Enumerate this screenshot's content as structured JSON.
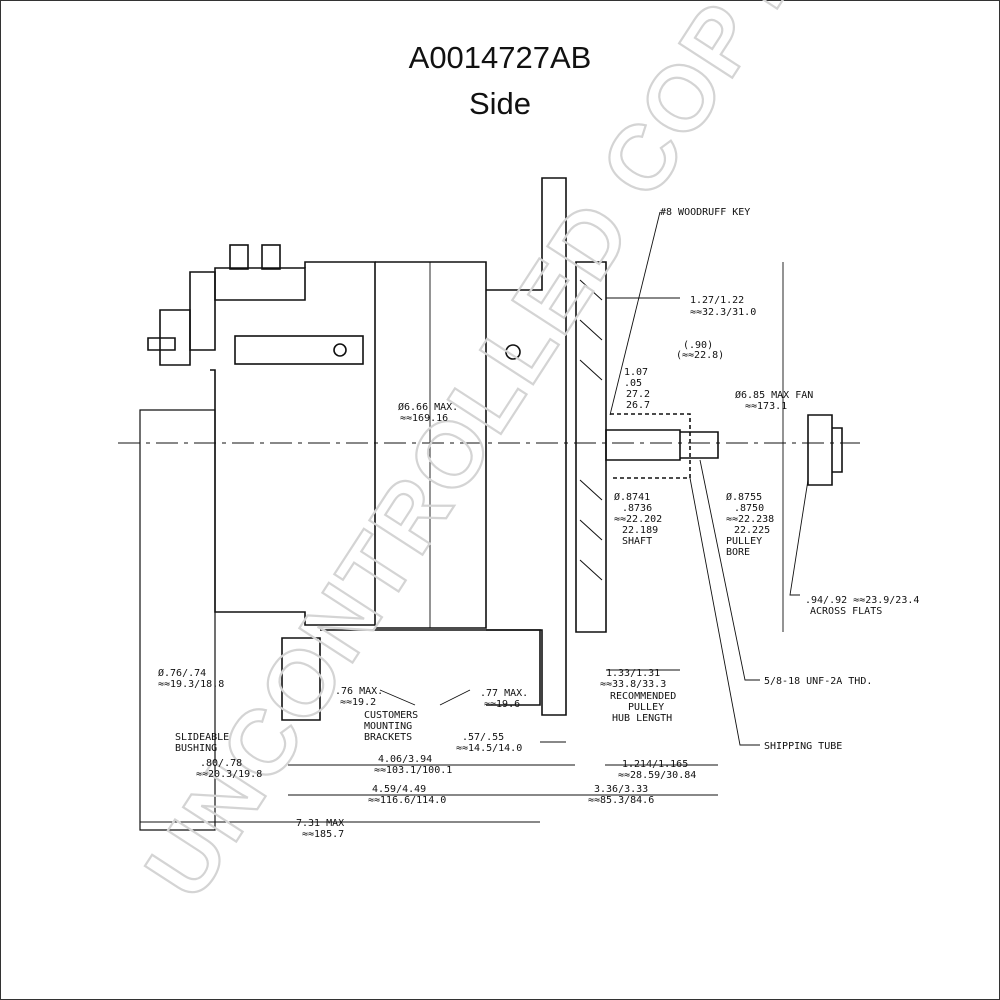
{
  "title": "A0014727AB",
  "subtitle": "Side",
  "watermark": "UNCONTROLLED COPY",
  "colors": {
    "line": "#111111",
    "watermark": "#d4d4d4",
    "background": "#ffffff"
  },
  "labels": {
    "woodruff_key": "#8 WOODRUFF KEY",
    "dim_127": "1.27/1.22",
    "dim_127_mm": "≈≈32.3/31.0",
    "dim_090": "(.90)",
    "dim_090_mm": "(≈≈22.8)",
    "dim_107_a": "1.07",
    "dim_107_b": ".05",
    "dim_107_c": "27.2",
    "dim_107_d": "26.7",
    "fan_dia": "Ø6.85 MAX FAN",
    "fan_dia_mm": "≈≈173.1",
    "body_dia": "Ø6.66 MAX.",
    "body_dia_mm": "≈≈169.16",
    "shaft_a": "Ø.8741",
    "shaft_b": ".8736",
    "shaft_c": "≈≈22.202",
    "shaft_d": "22.189",
    "shaft_e": "SHAFT",
    "bore_a": "Ø.8755",
    "bore_b": ".8750",
    "bore_c": "≈≈22.238",
    "bore_d": "22.225",
    "bore_e": "PULLEY",
    "bore_f": "BORE",
    "flats_a": ".94/.92 ≈≈23.9/23.4",
    "flats_b": "ACROSS FLATS",
    "thread": "5/8-18 UNF-2A THD.",
    "shipping_tube": "SHIPPING TUBE",
    "hub_a": "1.33/1.31",
    "hub_b": "≈≈33.8/33.3",
    "hub_c": "RECOMMENDED",
    "hub_d": "PULLEY",
    "hub_e": "HUB LENGTH",
    "dim_077_a": ".77 MAX.",
    "dim_077_b": "≈≈19.6",
    "dim_076_a": "Ø.76/.74",
    "dim_076_b": "≈≈19.3/18.8",
    "dim_076max_a": ".76 MAX.",
    "dim_076max_b": "≈≈19.2",
    "brackets_a": "CUSTOMERS",
    "brackets_b": "MOUNTING",
    "brackets_c": "BRACKETS",
    "bushing_a": "SLIDEABLE",
    "bushing_b": "BUSHING",
    "dim_057_a": ".57/.55",
    "dim_057_b": "≈≈14.5/14.0",
    "dim_406_a": "4.06/3.94",
    "dim_406_b": "≈≈103.1/100.1",
    "dim_080_a": ".80/.78",
    "dim_080_b": "≈≈20.3/19.8",
    "dim_1214_a": "1.214/1.165",
    "dim_1214_b": "≈≈28.59/30.84",
    "dim_459_a": "4.59/4.49",
    "dim_459_b": "≈≈116.6/114.0",
    "dim_336_a": "3.36/3.33",
    "dim_336_b": "≈≈85.3/84.6",
    "dim_731_a": "7.31 MAX",
    "dim_731_b": "≈≈185.7"
  }
}
